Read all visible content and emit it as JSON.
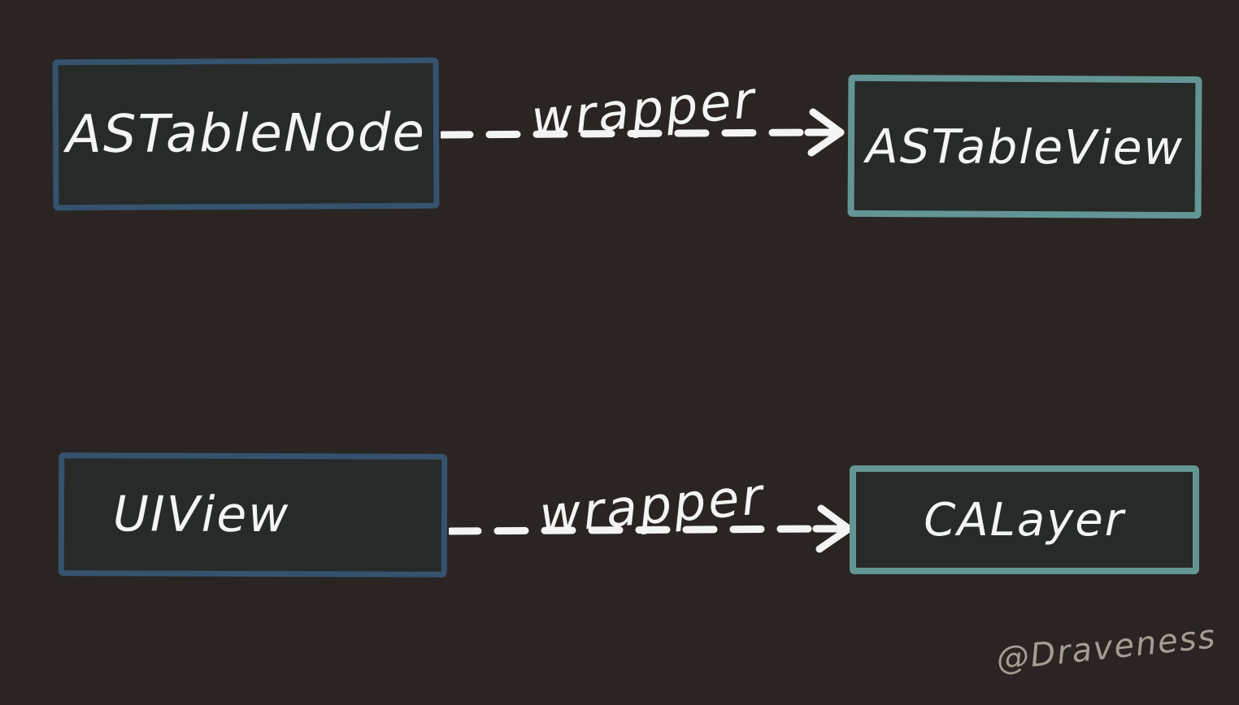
{
  "canvas": {
    "background_color": "#2a2523",
    "box_fill_color": "#262b2a",
    "text_color": "#f4f4f4",
    "blue_border_color": "#35536e",
    "teal_border_color": "#639595",
    "watermark_color": "#a39d94"
  },
  "diagram": {
    "type": "mapping-diagram",
    "rows": [
      {
        "source": {
          "label": "ASTableNode",
          "border_color": "#35536e"
        },
        "arrow": {
          "label": "wrapper",
          "style": "dashed",
          "direction": "right"
        },
        "target": {
          "label": "ASTableView",
          "border_color": "#639595"
        }
      },
      {
        "source": {
          "label": "UIView",
          "border_color": "#35536e"
        },
        "arrow": {
          "label": "wrapper",
          "style": "dashed",
          "direction": "right"
        },
        "target": {
          "label": "CALayer",
          "border_color": "#639595"
        }
      }
    ],
    "watermark": "@Draveness"
  }
}
